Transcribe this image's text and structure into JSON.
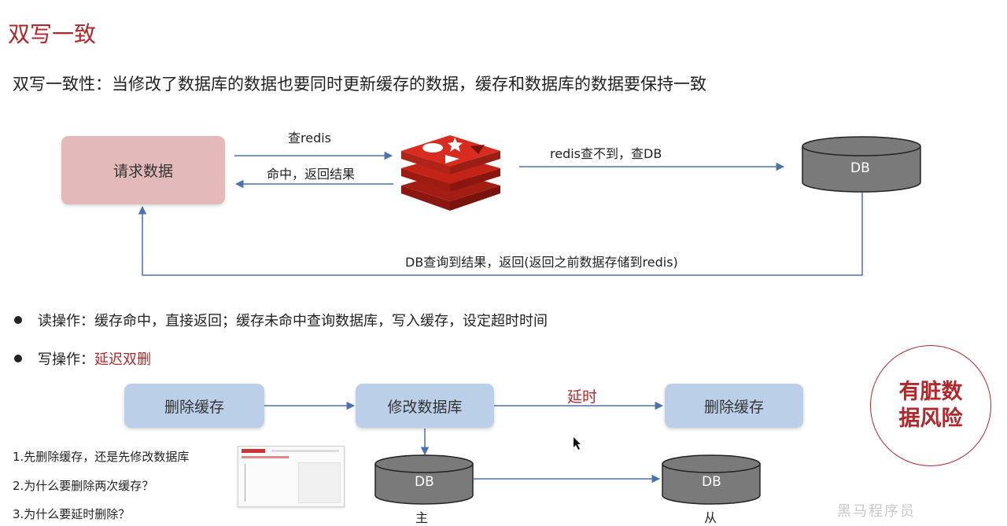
{
  "title": "双写一致",
  "subtitle": "双写一致性：当修改了数据库的数据也要同时更新缓存的数据，缓存和数据库的数据要保持一致",
  "read_flow": {
    "request_box": "请求数据",
    "query_redis": "查redis",
    "hit_return": "命中，返回结果",
    "redis_miss": "redis查不到，查DB",
    "db_label": "DB",
    "db_result": "DB查询到结果，返回(返回之前数据存储到redis)"
  },
  "bullets": {
    "read_op": "读操作：缓存命中，直接返回；缓存未命中查询数据库，写入缓存，设定超时时间",
    "write_op_prefix": "写操作：",
    "write_op_highlight": "延迟双删"
  },
  "write_flow": {
    "delete_cache_1": "删除缓存",
    "modify_db": "修改数据库",
    "delay": "延时",
    "delete_cache_2": "删除缓存",
    "db_master": "DB",
    "db_slave": "DB",
    "master_label": "主",
    "slave_label": "从"
  },
  "risk": {
    "line1": "有脏数",
    "line2": "据风险"
  },
  "questions": [
    "1.先删除缓存，还是先修改数据库",
    "2.为什么要删除两次缓存？",
    "3.为什么要延时删除？"
  ],
  "watermark": "黑马程序员",
  "colors": {
    "accent": "#b0282c",
    "arrow": "#4a72b0",
    "db_fill": "#7a7a7a",
    "redis_red": "#d82c20"
  }
}
